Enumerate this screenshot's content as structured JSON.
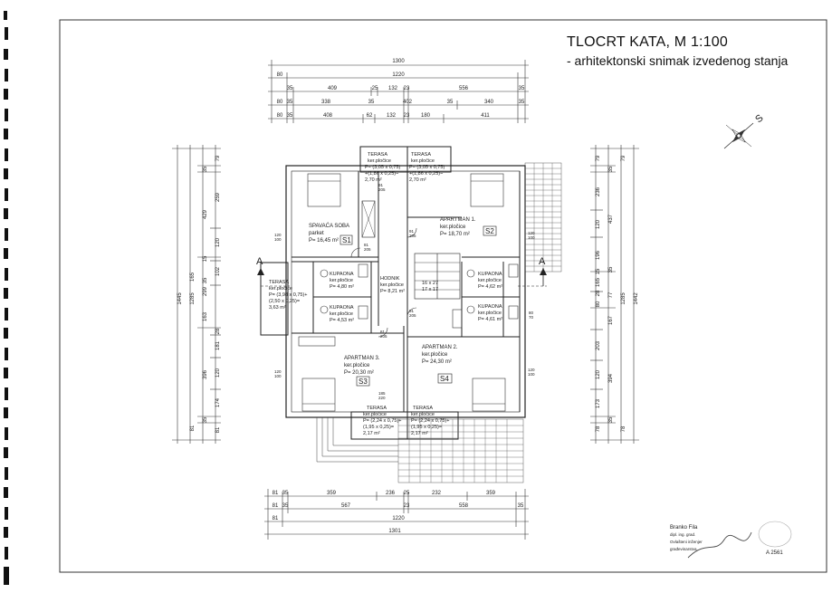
{
  "title": {
    "main": "TLOCRT KATA,  M 1:100",
    "sub": "- arhitektonski snimak izvedenog stanja"
  },
  "north_label": "S",
  "section_label": "A",
  "dims": {
    "top": [
      "1300",
      "1220",
      "80",
      "35",
      "409",
      "25",
      "132",
      "23",
      "556",
      "35",
      "80",
      "35",
      "338",
      "35",
      "402",
      "35",
      "340",
      "35",
      "80",
      "35",
      "408",
      "62",
      "132",
      "23",
      "180",
      "411"
    ],
    "bottom": [
      "81",
      "35",
      "359",
      "236",
      "25",
      "232",
      "359",
      "81",
      "35",
      "567",
      "23",
      "558",
      "35",
      "81",
      "1220",
      "1301"
    ],
    "left": [
      "79",
      "35",
      "259",
      "429",
      "120",
      "15",
      "102",
      "35",
      "165",
      "299",
      "1285",
      "1445",
      "163",
      "28",
      "181",
      "396",
      "120",
      "174",
      "81",
      "35",
      "81"
    ],
    "right": [
      "79",
      "35",
      "79",
      "236",
      "120",
      "437",
      "196",
      "35",
      "15",
      "165",
      "28",
      "77",
      "80",
      "1285",
      "1442",
      "167",
      "203",
      "394",
      "120",
      "173",
      "78",
      "35",
      "78"
    ]
  },
  "rooms": {
    "s1": {
      "name": "SPAVAĆA SOBA",
      "mat": "parket",
      "area": "P= 16,45 m²",
      "tag": "S1"
    },
    "s2": {
      "name": "APARTMAN 1.",
      "mat": "ker.pločice",
      "area": "P= 18,70 m²",
      "tag": "S2"
    },
    "s3": {
      "name": "APARTMAN 3.",
      "mat": "ker.pločice",
      "area": "P= 20,30 m²",
      "tag": "S3"
    },
    "s4": {
      "name": "APARTMAN 2.",
      "mat": "ker.pločice",
      "area": "P= 24,30 m²",
      "tag": "S4"
    },
    "hall": {
      "name": "HODNIK",
      "mat": "ker.pločice",
      "area": "P= 8,21 m²",
      "stair": "16 x 27",
      "stair2": "17 x 17"
    },
    "bath1": {
      "name": "KUPAONA",
      "mat": "ker.pločice",
      "area": "P= 4,80 m²"
    },
    "bath2": {
      "name": "KUPAONA",
      "mat": "ker.pločice",
      "area": "P= 4,53 m²"
    },
    "bath3": {
      "name": "KUPAONA",
      "mat": "ker.pločice",
      "area": "P= 4,62 m²"
    },
    "bath4": {
      "name": "KUPAONA",
      "mat": "ker.pločice",
      "area": "P= 4,61 m²"
    }
  },
  "terraces": {
    "tn1": {
      "name": "TERASA",
      "mat": "ker.pločice",
      "f1": "P= (3,05 x 0,75)",
      "f2": "+(1,86 x 0,25)=",
      "area": "2,70 m²"
    },
    "tn2": {
      "name": "TERASA",
      "mat": "ker.pločice",
      "f1": "P= (3,05 x 0,75)",
      "f2": "+(1,86 x 0,25)=",
      "area": "2,70 m²"
    },
    "tw": {
      "name": "TERASA",
      "mat": "ker.pločice",
      "f1": "P= (3,98 x 0,75)+",
      "f2": "(2,50 x 0,25)=",
      "area": "3,63 m²"
    },
    "ts1": {
      "name": "TERASA",
      "mat": "ker.pločice",
      "f1": "P= (2,24 x 0,75)+",
      "f2": "(1,95 x 0,25)=",
      "area": "2,17 m²"
    },
    "ts2": {
      "name": "TERASA",
      "mat": "ker.pločice",
      "f1": "P= (2,24 x 0,75)+",
      "f2": "(1,95 x 0,25)=",
      "area": "2,17 m²"
    }
  },
  "openings": [
    "120",
    "100",
    "81",
    "205",
    "91",
    "205",
    "91",
    "205",
    "81",
    "205",
    "80",
    "70",
    "120",
    "100",
    "120",
    "100",
    "120",
    "100",
    "185",
    "220",
    "91",
    "205"
  ],
  "stamp": {
    "name": "Branko Fila",
    "title": "dipl. ing. grad.",
    "line1": "Ovlašteni inženjer",
    "line2": "građevinarstva",
    "num": "A 2561"
  }
}
